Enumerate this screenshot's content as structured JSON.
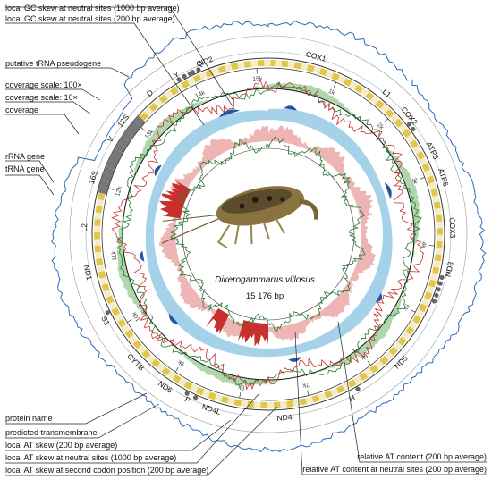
{
  "species": "Dikerogammarus villosus",
  "genome_length": "15 176 bp",
  "legend_top": [
    "local GC skew at neutral sites (1000 bp average)",
    "local GC skew at neutral sites (200 bp average)",
    "putative tRNA pseudogene",
    "coverage scale: 100×",
    "coverage scale: 10×",
    "coverage",
    "rRNA gene",
    "tRNA gene"
  ],
  "legend_bottom": [
    "protein name",
    "predicted transmembrane",
    "local AT skew (200 bp average)",
    "local AT skew at neutral sites (1000 bp average)",
    "local AT skew at second codon position (200 bp average)"
  ],
  "legend_right": [
    "relative AT content (200 bp average)",
    "relative AT content at neutral sites (200 bp average)"
  ],
  "genes": [
    {
      "name": "ND2",
      "angle": -20
    },
    {
      "name": "COX1",
      "angle": 15
    },
    {
      "name": "L1",
      "angle": 40
    },
    {
      "name": "COX2",
      "angle": 50
    },
    {
      "name": "ATP8",
      "angle": 63
    },
    {
      "name": "ATP6",
      "angle": 72
    },
    {
      "name": "COX3",
      "angle": 88
    },
    {
      "name": "ND3",
      "angle": 101
    },
    {
      "name": "ND5",
      "angle": 134
    },
    {
      "name": "H",
      "angle": 153
    },
    {
      "name": "ND4",
      "angle": 175
    },
    {
      "name": "ND4L",
      "angle": 198
    },
    {
      "name": "P",
      "angle": 206
    },
    {
      "name": "ND6",
      "angle": 214
    },
    {
      "name": "CYTB",
      "angle": 226
    },
    {
      "name": "S1",
      "angle": 242
    },
    {
      "name": "ND1",
      "angle": 258
    },
    {
      "name": "L2",
      "angle": 272
    },
    {
      "name": "16S",
      "angle": 288
    },
    {
      "name": "V",
      "angle": 301
    },
    {
      "name": "12S",
      "angle": 308
    },
    {
      "name": "D",
      "angle": 320
    },
    {
      "name": "Y",
      "angle": 330
    },
    {
      "name": "Q",
      "angle": 338
    }
  ],
  "ticks": [
    {
      "label": "1k",
      "angle": 24
    },
    {
      "label": "2k",
      "angle": 46
    },
    {
      "label": "3k",
      "angle": 70
    },
    {
      "label": "4k",
      "angle": 94
    },
    {
      "label": "5k",
      "angle": 118
    },
    {
      "label": "6k",
      "angle": 142
    },
    {
      "label": "7k",
      "angle": 166
    },
    {
      "label": "8k",
      "angle": 190
    },
    {
      "label": "9k",
      "angle": 214
    },
    {
      "label": "10k",
      "angle": 238
    },
    {
      "label": "11k",
      "angle": 262
    },
    {
      "label": "12k",
      "angle": 286
    },
    {
      "label": "13k",
      "angle": 310
    },
    {
      "label": "14k",
      "angle": 334
    },
    {
      "label": "15k",
      "angle": 356
    }
  ],
  "colors": {
    "coverage": "#2b6cb8",
    "gene_band": "#e2c64a",
    "gene_stripe": "#f4ecc8",
    "rrna": "#777777",
    "at_skew": "#c8302e",
    "at_neutral": "#e9a3a0",
    "gc_line": "#1e7a2e",
    "gc_fill": "#8fc48a",
    "at_content": "#8ec7e4",
    "at_neutral_fill": "#2453a8"
  }
}
